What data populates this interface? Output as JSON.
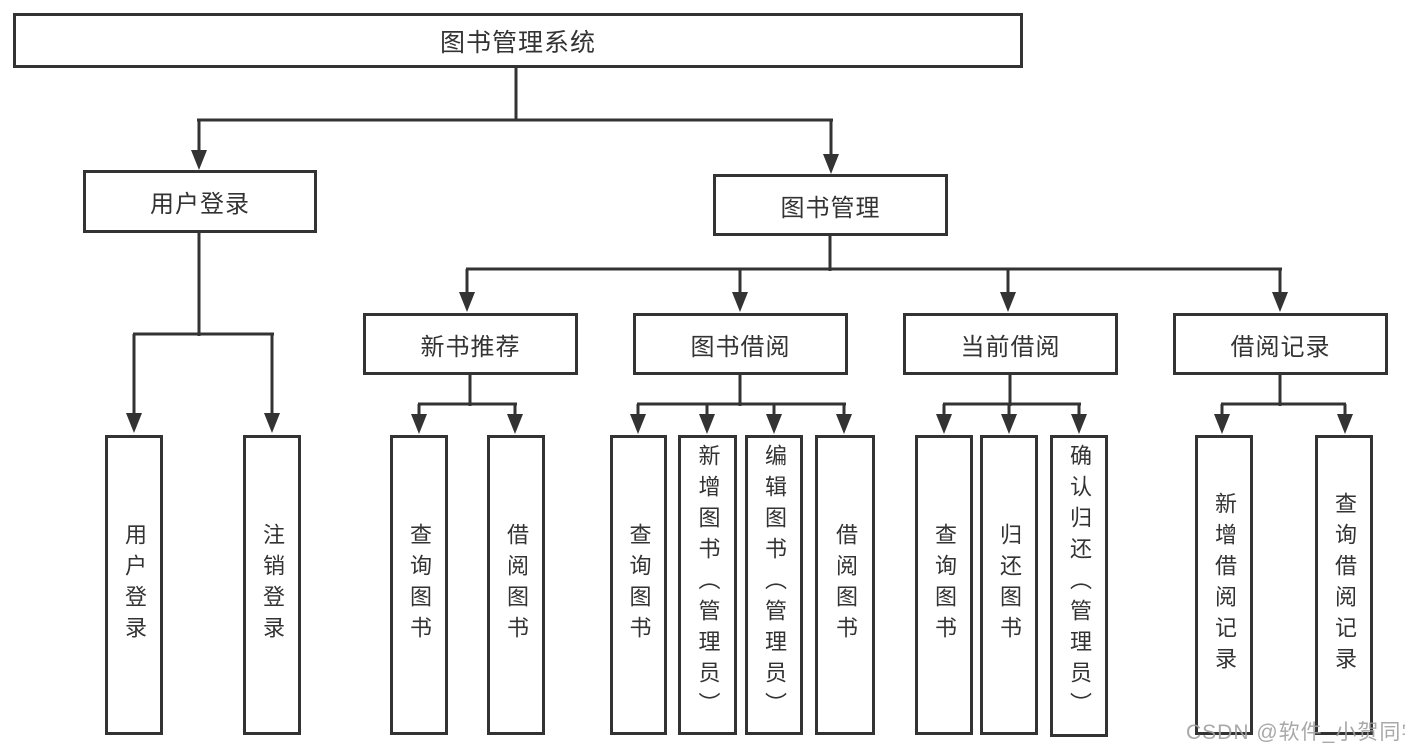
{
  "title": "图书管理系统",
  "colors": {
    "line": "#333333",
    "box_border": "#333333",
    "text": "#333333",
    "watermark": "#a0a0a0",
    "background": "#ffffff"
  },
  "nodes": {
    "root": "图书管理系统",
    "l2": [
      "用户登录",
      "图书管理"
    ],
    "l3": [
      "新书推荐",
      "图书借阅",
      "当前借阅",
      "借阅记录"
    ],
    "l4": [
      "用户登录",
      "注销登录",
      "查询图书",
      "借阅图书",
      "查询图书",
      "新增图书（管理员）",
      "编辑图书（管理员）",
      "借阅图书",
      "查询图书",
      "归还图书",
      "确认归还（管理员）",
      "新增借阅记录",
      "查询借阅记录"
    ]
  },
  "hierarchy": {
    "图书管理系统": [
      "用户登录",
      "图书管理"
    ],
    "用户登录": [
      "用户登录",
      "注销登录"
    ],
    "图书管理": [
      "新书推荐",
      "图书借阅",
      "当前借阅",
      "借阅记录"
    ],
    "新书推荐": [
      "查询图书",
      "借阅图书"
    ],
    "图书借阅": [
      "查询图书",
      "新增图书（管理员）",
      "编辑图书（管理员）",
      "借阅图书"
    ],
    "当前借阅": [
      "查询图书",
      "归还图书",
      "确认归还（管理员）"
    ],
    "借阅记录": [
      "新增借阅记录",
      "查询借阅记录"
    ]
  },
  "watermark": {
    "text": "CSDN @软件_小贺同学"
  }
}
